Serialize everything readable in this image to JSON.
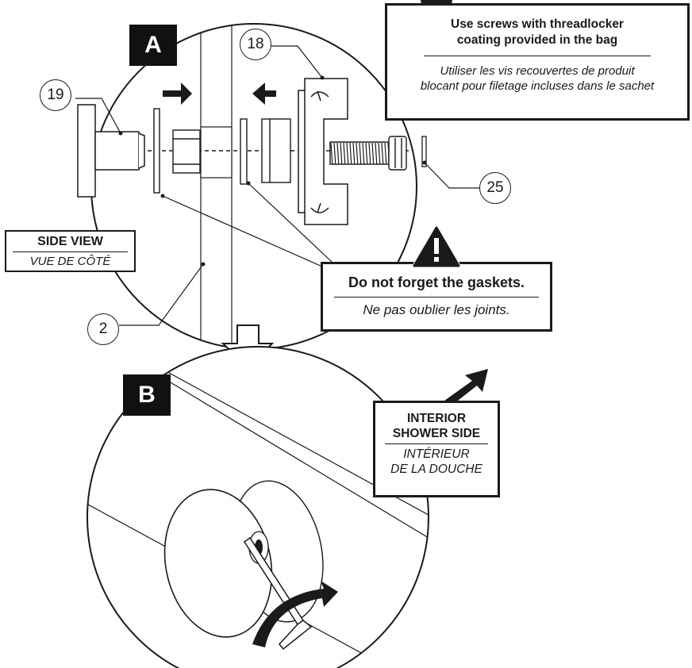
{
  "steps": {
    "a": "A",
    "b": "B"
  },
  "callouts": {
    "c19": "19",
    "c18": "18",
    "c25": "25",
    "c2": "2"
  },
  "view_label": {
    "en": "SIDE VIEW",
    "fr": "VUE DE CÔTÉ"
  },
  "threadlocker_note": {
    "en_line1": "Use screws with threadlocker",
    "en_line2": "coating provided in the bag",
    "fr_line1": "Utiliser les vis recouvertes de produit",
    "fr_line2": "blocant pour filetage incluses dans le sachet"
  },
  "gasket_warning": {
    "en": "Do not forget the gaskets.",
    "fr": "Ne pas oublier les joints."
  },
  "interior_label": {
    "en_line1": "INTERIOR",
    "en_line2": "SHOWER SIDE",
    "fr_line1": "INTÉRIEUR",
    "fr_line2": "DE LA DOUCHE"
  },
  "icons": [
    "warning-icon",
    "info-icon",
    "arrow-right-icon",
    "arrow-left-icon",
    "arrow-down-icon",
    "rotate-arrow-icon",
    "hex-key-icon"
  ],
  "colors": {
    "line": "#1a1a1a",
    "fill": "#ffffff",
    "dark": "#111111"
  }
}
